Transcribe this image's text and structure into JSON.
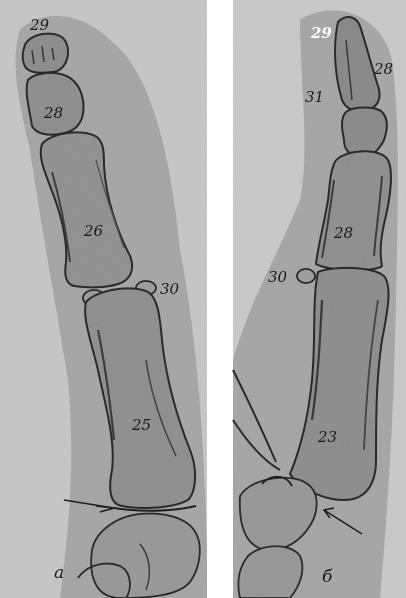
{
  "figure": {
    "panel_a": {
      "letter": "а",
      "labels": {
        "distal_phalanx": "29",
        "middle_phalanx": "28",
        "proximal_phalanx": "26",
        "sesamoid": "30",
        "metacarpal": "25"
      }
    },
    "panel_b": {
      "letter": "б",
      "labels": {
        "distal_phalanx": "29",
        "distal_right": "28",
        "distal_side": "31",
        "proximal_phalanx": "28",
        "sesamoid": "30",
        "metacarpal": "23"
      }
    }
  },
  "colors": {
    "plate_bg": "#b9b9b9",
    "bone_fill": "#8e8e8e",
    "bone_dark": "#585858",
    "outline": "#1e1e1e",
    "divider": "#ffffff"
  }
}
